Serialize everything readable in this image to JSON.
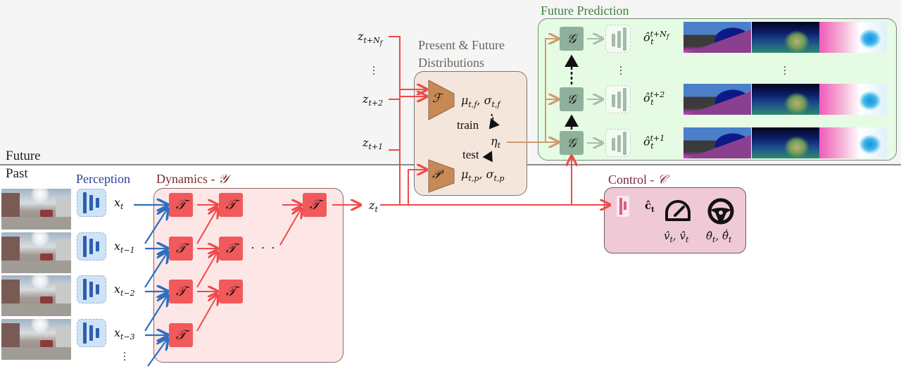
{
  "timeline": {
    "future_label": "Future",
    "past_label": "Past"
  },
  "colors": {
    "perception": "#2d5fae",
    "dynamics": "#f1595a",
    "distributions": "#c88a55",
    "future_prediction": "#3f7f3f",
    "control": "#7a2a45",
    "flow_arrow": "#f0494a",
    "eta_arrow": "#d09a70"
  },
  "perception": {
    "title": "Perception",
    "frames": [
      {
        "label_base": "x",
        "label_sub": "t"
      },
      {
        "label_base": "x",
        "label_sub": "t−1"
      },
      {
        "label_base": "x",
        "label_sub": "t−2"
      },
      {
        "label_base": "x",
        "label_sub": "t−3"
      }
    ],
    "ellipsis": "⋮"
  },
  "dynamics": {
    "title": "Dynamics - ",
    "symbol": "𝒴",
    "block_symbol": "𝒯",
    "ellipsis": "· · ·",
    "output": {
      "base": "z",
      "sub": "t"
    }
  },
  "future_states": {
    "items": [
      {
        "base": "z",
        "sub": "t+N",
        "subsub": "f"
      },
      {
        "base": "z",
        "sub": "t+2"
      },
      {
        "base": "z",
        "sub": "t+1"
      }
    ],
    "ellipsis": "⋮"
  },
  "distributions": {
    "title_line1": "Present & Future",
    "title_line2": "Distributions",
    "future_block": "ℱ",
    "present_block": "𝒫",
    "future_params": "μ",
    "future_params_sub": "t,f",
    "future_sigma": "σ",
    "future_sigma_sub": "t,f",
    "present_params": "μ",
    "present_params_sub": "t,p",
    "present_sigma": "σ",
    "present_sigma_sub": "t,p",
    "train_label": "train",
    "test_label": "test",
    "sample": {
      "base": "η",
      "sub": "t"
    }
  },
  "future_prediction": {
    "title": "Future Prediction",
    "block_symbol": "𝒢",
    "rows": [
      {
        "base": "ô",
        "sub": "t",
        "sup": "t+N",
        "supsub": "f"
      },
      {
        "base": "ô",
        "sub": "t",
        "sup": "t+2"
      },
      {
        "base": "ô",
        "sub": "t",
        "sup": "t+1"
      }
    ],
    "ellipsis": "⋮",
    "outputs": [
      "segmentation",
      "depth",
      "flow"
    ]
  },
  "control": {
    "title": "Control - ",
    "symbol": "𝒞",
    "code": "ĉ",
    "code_sub": "t",
    "speed_label": "v̂",
    "speed_sub": "t",
    "accel_label": "v̂̇",
    "accel_sub": "t",
    "steer_label": "θ̂",
    "steer_sub": "t",
    "steer_rate_label": "θ̂̇",
    "steer_rate_sub": "t"
  }
}
